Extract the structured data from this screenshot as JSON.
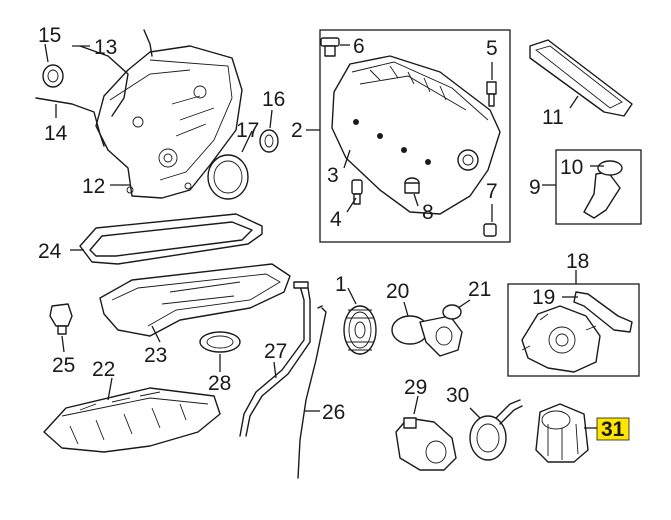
{
  "diagram": {
    "callouts": [
      "1",
      "2",
      "3",
      "4",
      "5",
      "6",
      "7",
      "8",
      "9",
      "10",
      "11",
      "12",
      "13",
      "14",
      "15",
      "16",
      "17",
      "18",
      "19",
      "20",
      "21",
      "22",
      "23",
      "24",
      "25",
      "26",
      "27",
      "28",
      "29",
      "30",
      "31"
    ],
    "highlight_callout": "31",
    "highlight_color": "#ffe500"
  }
}
